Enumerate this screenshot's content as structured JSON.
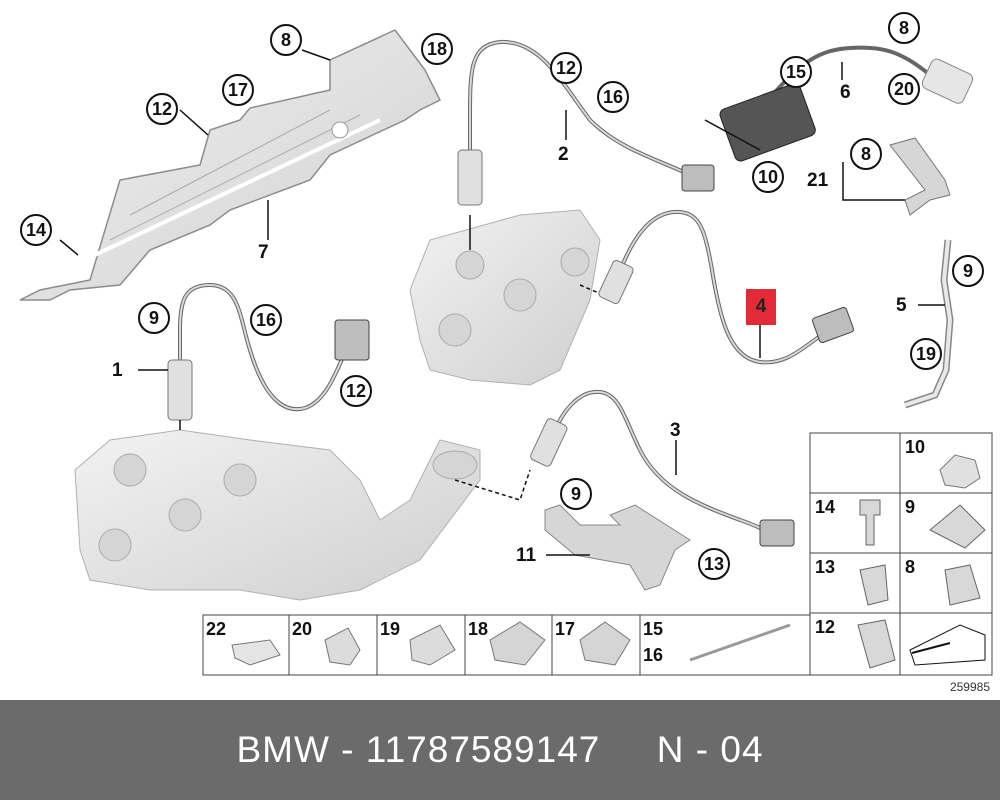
{
  "diagram": {
    "callouts": {
      "c8_top": "8",
      "c17": "17",
      "c12_shield": "12",
      "c18": "18",
      "c14_left": "14",
      "c7": "7",
      "c12_sensor2": "12",
      "c16_sensor2": "16",
      "c2": "2",
      "c8_tr": "8",
      "c15_tr": "15",
      "c6": "6",
      "c20_tr": "20",
      "c10_tr": "10",
      "c8_bracket": "8",
      "c21": "21",
      "c9_left": "9",
      "c16_left": "16",
      "c1": "1",
      "c12_left": "12",
      "c4": "4",
      "c9_right": "9",
      "c5": "5",
      "c19_right": "19",
      "c3": "3",
      "c9_bracket": "9",
      "c11": "11",
      "c13_bracket": "13"
    },
    "grid_bottom": [
      {
        "num": "22"
      },
      {
        "num": "20"
      },
      {
        "num": "19"
      },
      {
        "num": "18"
      },
      {
        "num": "17"
      },
      {
        "num": "15",
        "num2": "16"
      }
    ],
    "grid_right": [
      {
        "num": "10"
      },
      {
        "num": "14"
      },
      {
        "num": "9"
      },
      {
        "num": "13"
      },
      {
        "num": "8"
      },
      {
        "num": "12"
      }
    ],
    "ref_code": "259985"
  },
  "footer": {
    "text": "BMW - 11787589147     N - 04"
  },
  "colors": {
    "highlight": "#e32b38",
    "footer_bg": "#6b6b6b",
    "part_fill": "#e6e6e6",
    "part_stroke": "#9a9a9a"
  }
}
